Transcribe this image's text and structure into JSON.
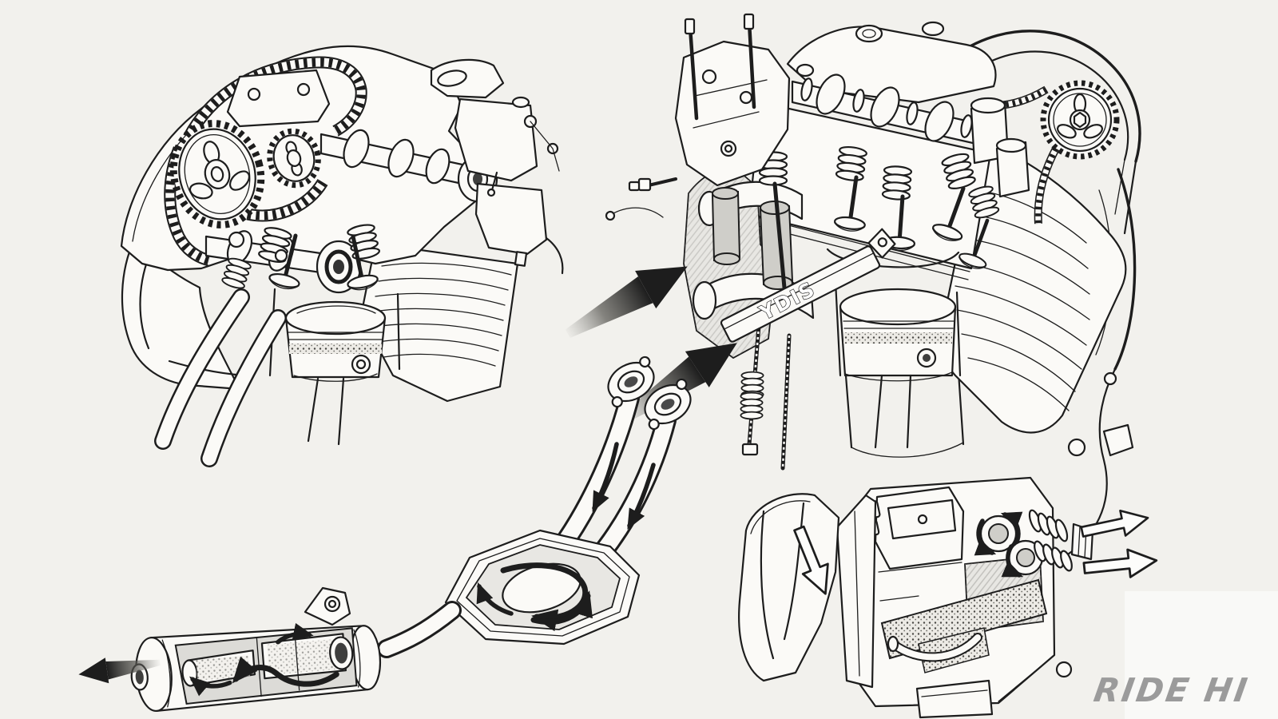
{
  "page": {
    "kind": "engine-technical-illustration-sheet"
  },
  "colors": {
    "paper": "#f2f1ed",
    "paper_light": "#f9f9f7",
    "ink": "#1d1d1d",
    "shade": "#cfcec9",
    "logo": "#9b9b9b"
  },
  "labels": {
    "ydis": "YDIS",
    "watermark": "RIDE HI"
  },
  "figures": [
    "cylinder-head-camchain-cutaway",
    "ydis-intake-engine-cutaway",
    "exhaust-collector-muffler-cutaway",
    "airbox-cutaway"
  ],
  "icons": {
    "intake-flow-arrow": "solid-tapered-black-arrow",
    "exhaust-flow-arrow": "solid-tapered-black-arrow",
    "pipe-flow-arrow": "curved-black-arrow",
    "swirl-arrow": "curved-black-arrow",
    "airflow-out-arrow": "white-outline-arrow",
    "duct-inlet-arrow": "white-outline-arrow"
  }
}
